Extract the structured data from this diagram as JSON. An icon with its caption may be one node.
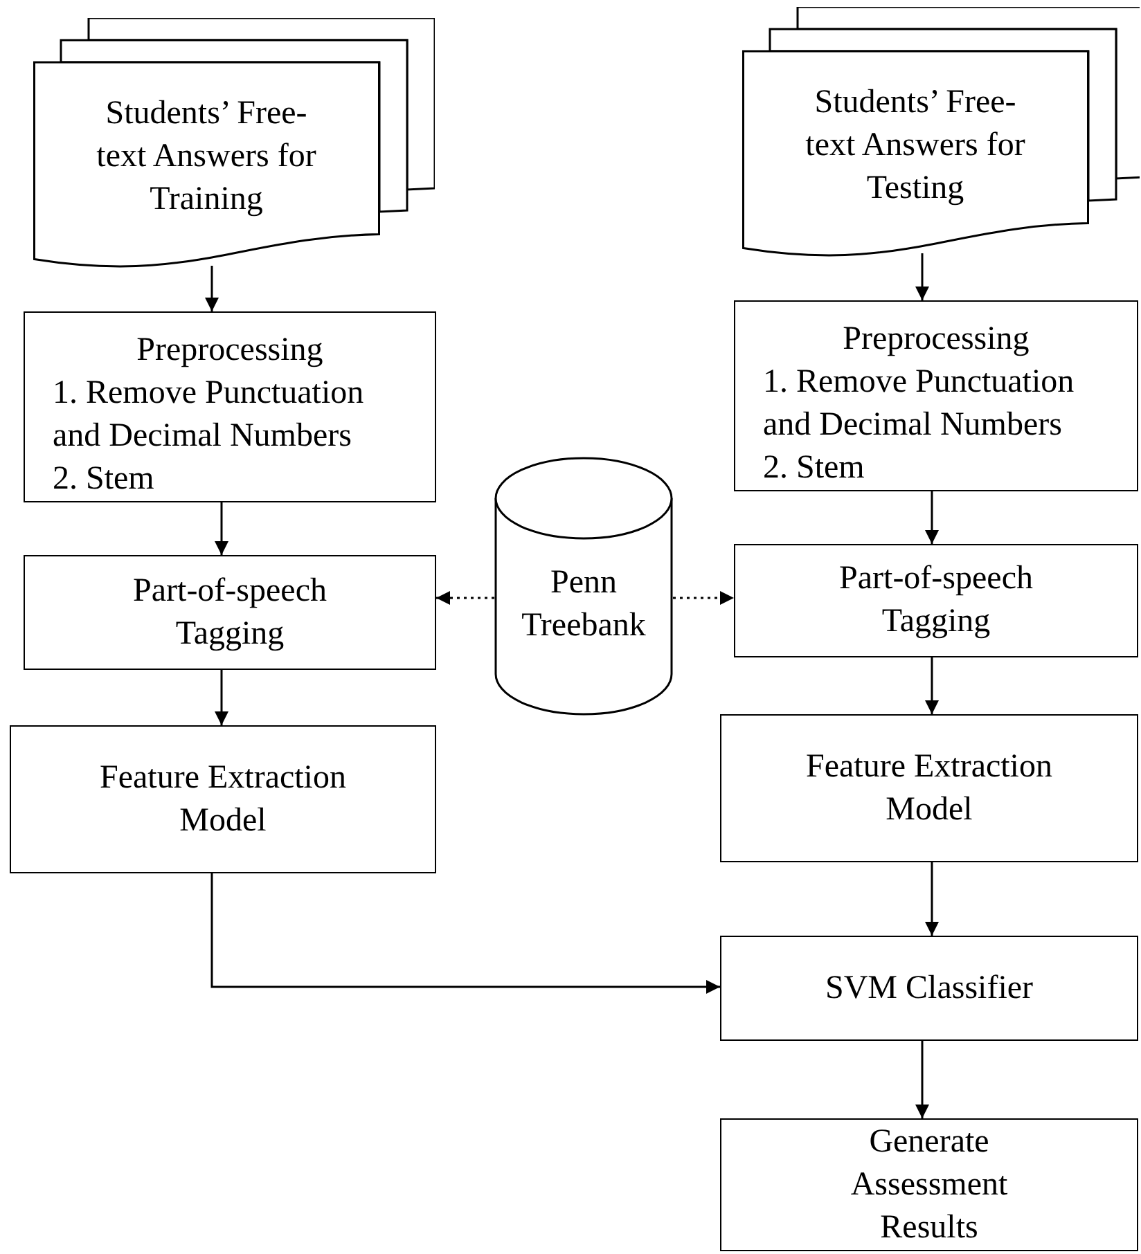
{
  "diagram": {
    "nodes": [
      {
        "text": [
          "Students’ Free-text Answers for Training"
        ]
      },
      {
        "text": [
          "Preprocessing",
          "1. Remove Punctuation and Decimal Numbers",
          "2. Stem"
        ]
      },
      {
        "text": [
          "Part-of-speech Tagging"
        ]
      },
      {
        "text": [
          "Feature Extraction Model"
        ]
      },
      {
        "text": [
          "Penn Treebank"
        ]
      },
      {
        "text": [
          "Students’ Free-text Answers for Testing"
        ]
      },
      {
        "text": [
          "Preprocessing",
          "1. Remove Punctuation and Decimal Numbers",
          "2. Stem"
        ]
      },
      {
        "text": [
          "Part-of-speech Tagging"
        ]
      },
      {
        "text": [
          "Feature Extraction Model"
        ]
      },
      {
        "text": [
          "SVM Classifier"
        ]
      },
      {
        "text": [
          "Generate Assessment Results"
        ]
      }
    ],
    "edges": [
      {
        "from": 0,
        "to": 1,
        "arrow": "to"
      },
      {
        "from": 1,
        "to": 2,
        "arrow": "to"
      },
      {
        "from": 2,
        "to": 3,
        "arrow": "to"
      },
      {
        "from": 4,
        "to": 2,
        "arrow": "to",
        "style": "dashed"
      },
      {
        "from": 4,
        "to": 7,
        "arrow": "to",
        "style": "dashed"
      },
      {
        "from": 5,
        "to": 6,
        "arrow": "to"
      },
      {
        "from": 6,
        "to": 7,
        "arrow": "to"
      },
      {
        "from": 7,
        "to": 8,
        "arrow": "to"
      },
      {
        "from": 8,
        "to": 9,
        "arrow": "to"
      },
      {
        "from": 3,
        "to": 9,
        "arrow": "to"
      },
      {
        "from": 9,
        "to": 10,
        "arrow": "to"
      }
    ]
  }
}
